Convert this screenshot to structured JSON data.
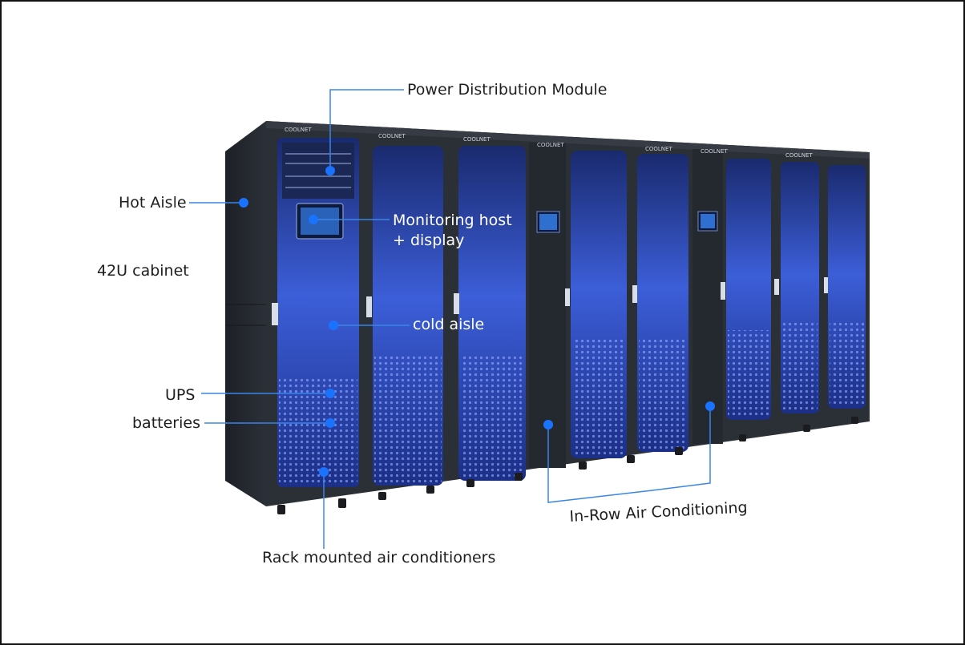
{
  "brand": {
    "logo_text": "COOLNET"
  },
  "labels": {
    "power_distribution": "Power Distribution Module",
    "hot_aisle": "Hot Aisle",
    "cabinet": "42U cabinet",
    "monitoring_line1": "Monitoring host",
    "monitoring_line2": "+ display",
    "cold_aisle": "cold aisle",
    "ups": "UPS",
    "batteries": "batteries",
    "rack_ac": "Rack mounted air conditioners",
    "inrow_ac": "In-Row Air Conditioning"
  },
  "colors": {
    "cabinet_body": "#2b2f36",
    "cabinet_frame": "#1c1f24",
    "door_glow": "#3b5bd6",
    "marker_blue": "#1a73ff",
    "leader_line": "#3a86e8",
    "frame_border": "#111111"
  }
}
